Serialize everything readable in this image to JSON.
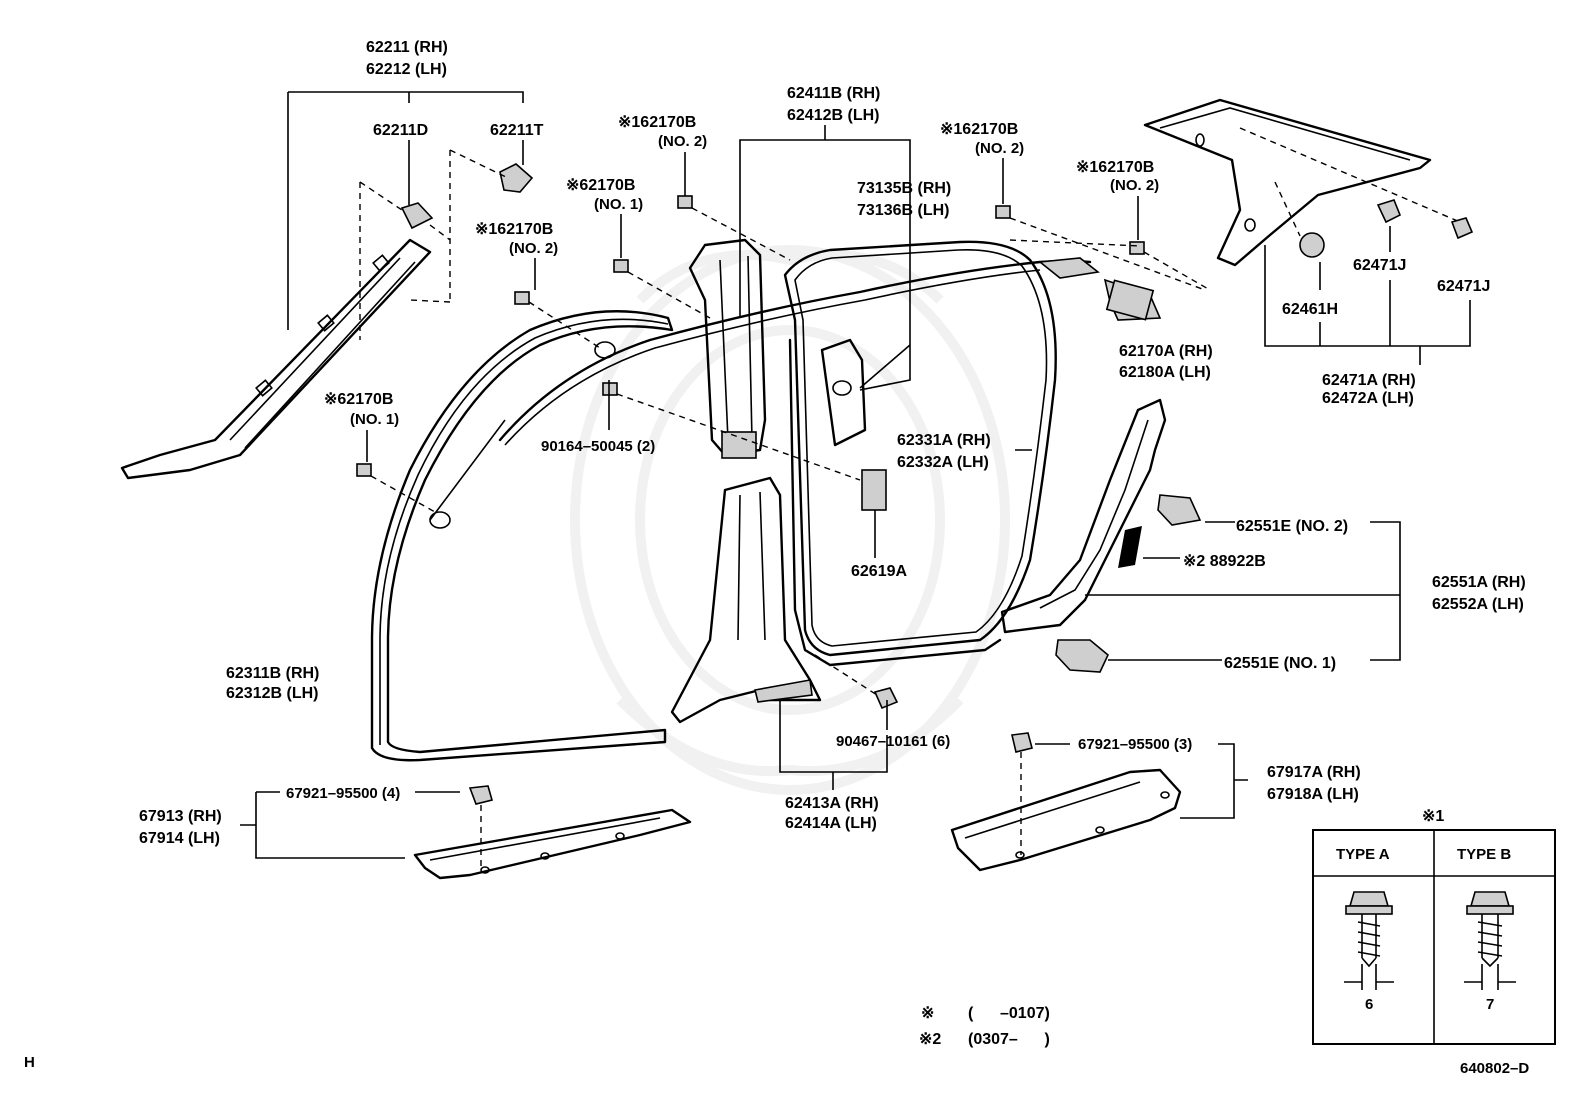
{
  "diagram_id": "640802–D",
  "section_letter": "H",
  "labels": {
    "p62211": "62211 (RH)",
    "p62212": "62212 (LH)",
    "p62211D": "62211D",
    "p62211T": "62211T",
    "b1_code": "※162170B",
    "b1_no": "(NO. 2)",
    "b2_code": "※62170B",
    "b2_no": "(NO. 1)",
    "b3_code": "※162170B",
    "b3_no": "(NO. 2)",
    "b4_code": "※62170B",
    "b4_no": "(NO. 1)",
    "p62411B": "62411B (RH)",
    "p62412B": "62412B (LH)",
    "b5_code": "※162170B",
    "b5_no": "(NO. 2)",
    "b6_code": "※162170B",
    "b6_no": "(NO. 2)",
    "p73135B": "73135B (RH)",
    "p73136B": "73136B (LH)",
    "p62461H": "62461H",
    "p62471J_a": "62471J",
    "p62471J_b": "62471J",
    "p62170A": "62170A (RH)",
    "p62180A": "62180A (LH)",
    "p62471A": "62471A (RH)",
    "p62472A": "62472A (LH)",
    "p90164": "90164–50045 (2)",
    "p62331A": "62331A (RH)",
    "p62332A": "62332A (LH)",
    "p62619A": "62619A",
    "p62551E2": "62551E (NO. 2)",
    "p88922B": "※2 88922B",
    "p62551A": "62551A (RH)",
    "p62552A": "62552A (LH)",
    "p62551E1": "62551E (NO. 1)",
    "p62311B": "62311B (RH)",
    "p62312B": "62312B (LH)",
    "p90467": "90467–10161 (6)",
    "p67921_3": "67921–95500 (3)",
    "p67917A": "67917A (RH)",
    "p67918A": "67918A (LH)",
    "p67921_4": "67921–95500 (4)",
    "p67913": "67913 (RH)",
    "p67914": "67914 (LH)",
    "p62413A": "62413A (RH)",
    "p62414A": "62414A (LH)"
  },
  "inset": {
    "title": "※1",
    "type_a": "TYPE A",
    "type_b": "TYPE B",
    "dim_a": "6",
    "dim_b": "7"
  },
  "notes": {
    "n1_mark": "※",
    "n1_range": "(      –0107)",
    "n2_mark": "※2",
    "n2_range": "(0307–      )"
  }
}
